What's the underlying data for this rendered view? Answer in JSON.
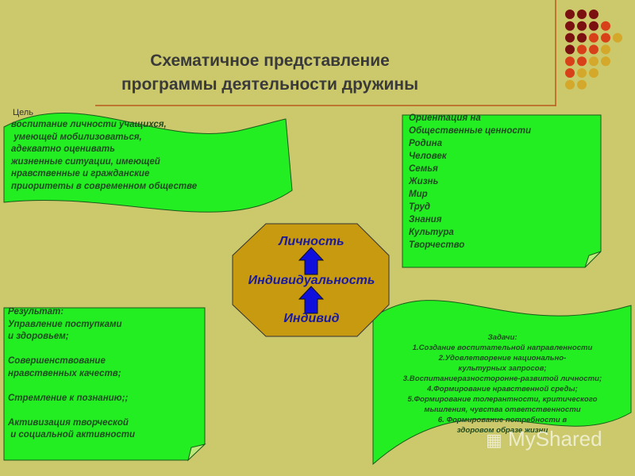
{
  "title": [
    "Схематичное представление",
    "программы деятельности дружины"
  ],
  "goal": {
    "heading": "Цель",
    "lines": [
      "воспитание личности учащихся,",
      " умеющей мобилизоваться,",
      "адекватно оценивать",
      "жизненные ситуации, имеющей",
      "нравственные и гражданские",
      "приоритеты в современном обществе"
    ]
  },
  "values": {
    "lines": [
      "Ориентация на",
      "Общественные ценности",
      "Родина",
      "Человек",
      "Семья",
      "Жизнь",
      "Мир",
      "Труд",
      "Знания",
      "Культура",
      "Творчество"
    ]
  },
  "center": {
    "top": "Личность",
    "middle": "Индивидуальность",
    "bottom": "Индивид"
  },
  "result": {
    "lines": [
      "Результат:",
      "Управление поступками",
      "и здоровьем;",
      "",
      "Совершенствование",
      "нравственных качеств;",
      "",
      "Стремление к познанию;;",
      "",
      "Активизация творческой",
      " и социальной активности"
    ]
  },
  "tasks": {
    "lines": [
      "Задачи:",
      "1.Создание воспитательной направленности",
      "2.Удовлетворение национально-",
      "культурных запросов;",
      "3.Воспитаниеразносторонне-развитой личности;",
      "4.Формирование нравственной среды;",
      "5.Формирование толерантности, критического",
      "мышления, чувства ответственности",
      "6. Формирование потребности в",
      "здоровом образе жизни"
    ]
  },
  "watermark": "MyShared",
  "colors": {
    "background": "#cbc96b",
    "box_fill": "#22ee22",
    "octagon_fill": "#c89a10",
    "arrow": "#1010dd",
    "dot_dark": "#7a1010",
    "dot_red": "#d8401a",
    "dot_yellow": "#d4a82a"
  }
}
